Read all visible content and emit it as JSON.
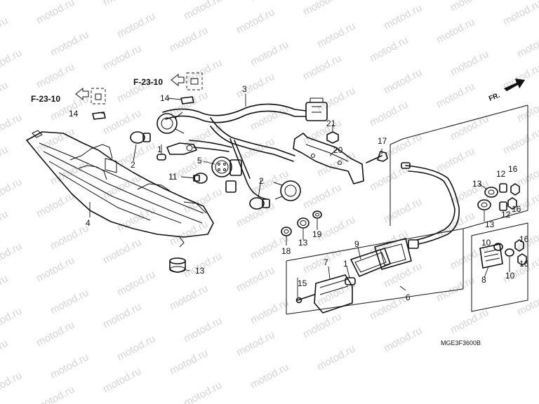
{
  "watermark_text": "motod.ru",
  "diagram_code": "MGE3F3600B",
  "front_indicator": "FR.",
  "page_refs": [
    "F-23-10",
    "F-23-10"
  ],
  "part_numbers": {
    "p1a": "1",
    "p1b": "1",
    "p2a": "2",
    "p2b": "2",
    "p3": "3",
    "p4": "4",
    "p5": "5",
    "p6": "6",
    "p7": "7",
    "p8": "8",
    "p9": "9",
    "p10a": "10",
    "p10b": "10",
    "p11": "11",
    "p12a": "12",
    "p12b": "12",
    "p13a": "13",
    "p13b": "13",
    "p13c": "13",
    "p13d": "13",
    "p14a": "14",
    "p14b": "14",
    "p15": "15",
    "p16a": "16",
    "p16b": "16",
    "p16c": "16",
    "p16d": "16",
    "p17": "17",
    "p18": "18",
    "p19": "19",
    "p20": "20",
    "p21": "21"
  }
}
